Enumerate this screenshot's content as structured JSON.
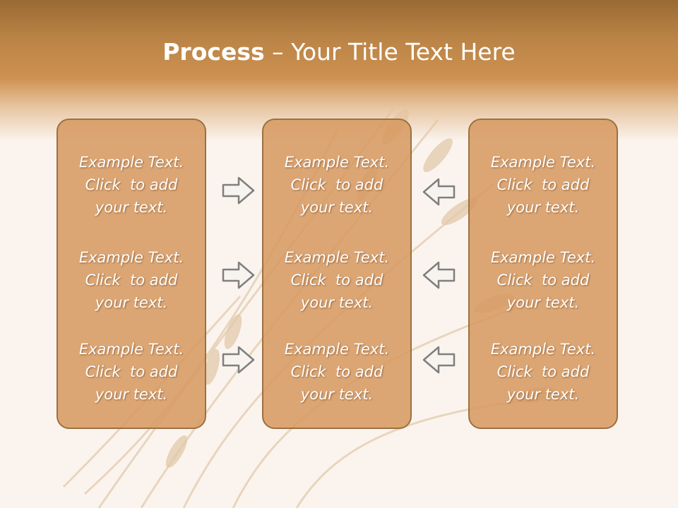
{
  "slide": {
    "title_bold": "Process",
    "title_rest": " – Your Title Text Here"
  },
  "columns": [
    {
      "items": [
        [
          "Example Text.",
          "Click  to add",
          "your text."
        ],
        [
          "Example Text.",
          "Click  to add",
          "your text."
        ],
        [
          "Example Text.",
          "Click  to add",
          "your text."
        ]
      ]
    },
    {
      "items": [
        [
          "Example Text.",
          "Click  to add",
          "your text."
        ],
        [
          "Example Text.",
          "Click  to add",
          "your text."
        ],
        [
          "Example Text.",
          "Click  to add",
          "your text."
        ]
      ]
    },
    {
      "items": [
        [
          "Example Text.",
          "Click  to add",
          "your text."
        ],
        [
          "Example Text.",
          "Click  to add",
          "your text."
        ],
        [
          "Example Text.",
          "Click  to add",
          "your text."
        ]
      ]
    }
  ],
  "arrows": {
    "left_group": "arrow-right-icon",
    "right_group": "arrow-left-icon"
  },
  "colors": {
    "header": "#c08848",
    "box_fill": "#d69960",
    "box_border": "#9d7040",
    "text": "#ffffff"
  }
}
